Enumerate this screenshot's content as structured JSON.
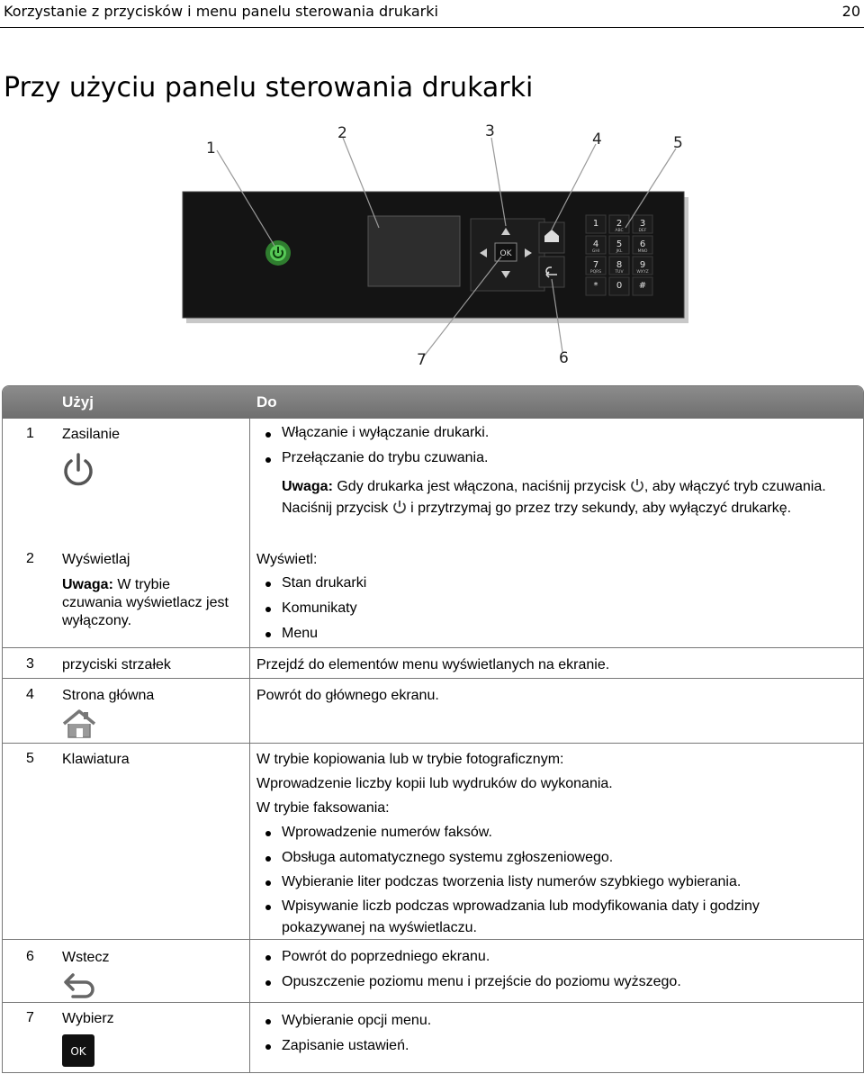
{
  "header": {
    "title": "Korzystanie z przycisków i menu panelu sterowania drukarki",
    "page_number": "20"
  },
  "page_title": "Przy użyciu panelu sterowania drukarki",
  "callouts": [
    "1",
    "2",
    "3",
    "4",
    "5",
    "7",
    "6"
  ],
  "keypad": {
    "keys": [
      "1",
      "2",
      "3",
      "4",
      "5",
      "6",
      "7",
      "8",
      "9",
      "*",
      "0",
      "#"
    ],
    "letters": [
      "",
      "ABC",
      "DEF",
      "GHI",
      "JKL",
      "MNO",
      "PQRS",
      "TUV",
      "WXYZ",
      "",
      "",
      ""
    ],
    "ok_label": "OK"
  },
  "table": {
    "col_use": "Użyj",
    "col_do": "Do",
    "rows": [
      {
        "num": "1",
        "name": "Zasilanie",
        "icon": "power-icon",
        "bullets": [
          "Włączanie i wyłączanie drukarki.",
          "Przełączanie do trybu czuwania."
        ],
        "note_label": "Uwaga:",
        "note_part1": "Gdy drukarka jest włączona, naciśnij przycisk",
        "note_part2": ", aby włączyć tryb czuwania. Naciśnij przycisk",
        "note_part3": "i przytrzymaj go przez trzy sekundy, aby wyłączyć drukarkę."
      },
      {
        "num": "2",
        "name": "Wyświetlaj",
        "note_label": "Uwaga:",
        "note_text": "W trybie czuwania wyświetlacz jest wyłączony.",
        "intro": "Wyświetl:",
        "bullets": [
          "Stan drukarki",
          "Komunikaty",
          "Menu"
        ]
      },
      {
        "num": "3",
        "name": "przyciski strzałek",
        "text": "Przejdź do elementów menu wyświetlanych na ekranie."
      },
      {
        "num": "4",
        "name": "Strona główna",
        "icon": "home-icon",
        "text": "Powrót do głównego ekranu."
      },
      {
        "num": "5",
        "name": "Klawiatura",
        "para1": "W trybie kopiowania lub w trybie fotograficznym:",
        "para2": "Wprowadzenie liczby kopii lub wydruków do wykonania.",
        "para3": "W trybie faksowania:",
        "bullets": [
          "Wprowadzenie numerów faksów.",
          "Obsługa automatycznego systemu zgłoszeniowego.",
          "Wybieranie liter podczas tworzenia listy numerów szybkiego wybierania.",
          "Wpisywanie liczb podczas wprowadzania lub modyfikowania daty i godziny pokazywanej na wyświetlaczu."
        ]
      },
      {
        "num": "6",
        "name": "Wstecz",
        "icon": "back-arrow-icon",
        "bullets": [
          "Powrót do poprzedniego ekranu.",
          "Opuszczenie poziomu menu i przejście do poziomu wyższego."
        ]
      },
      {
        "num": "7",
        "name": "Wybierz",
        "icon": "ok-button-icon",
        "icon_label": "OK",
        "bullets": [
          "Wybieranie opcji menu.",
          "Zapisanie ustawień."
        ]
      }
    ]
  }
}
